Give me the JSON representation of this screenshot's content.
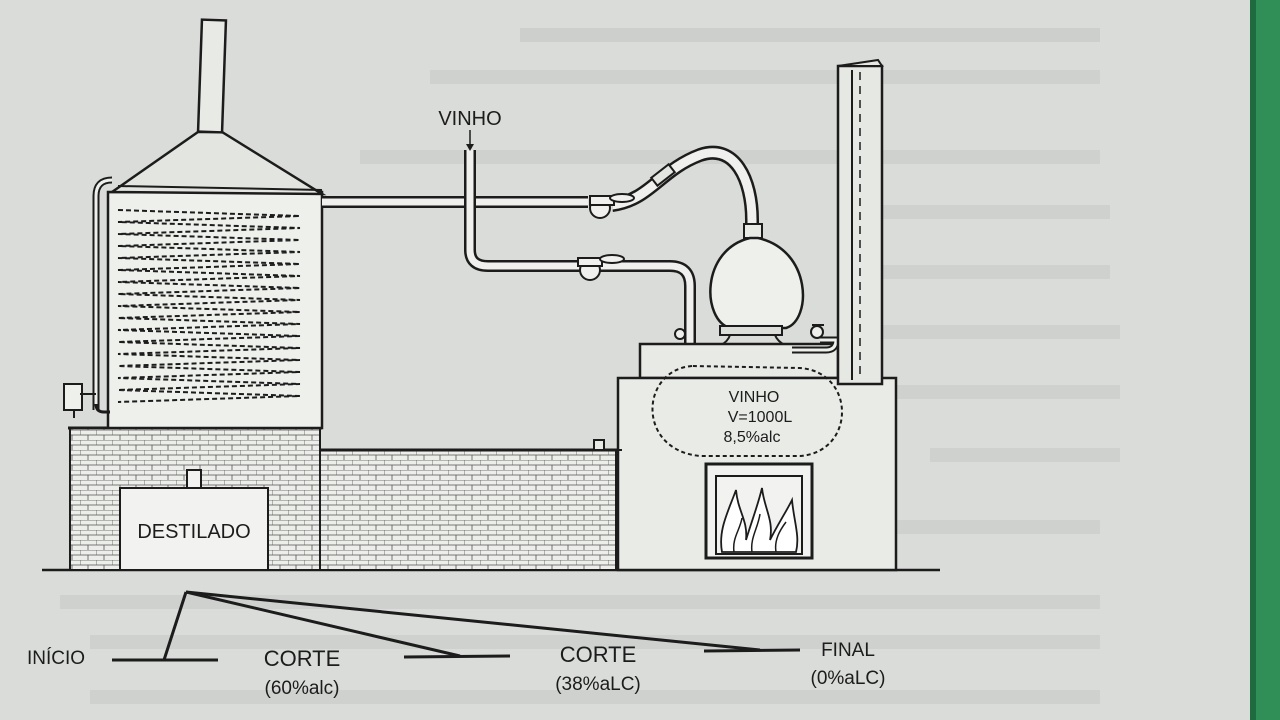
{
  "labels": {
    "wine_inlet": "VINHO",
    "distillate": "DESTILADO",
    "pot_content": "VINHO",
    "volume": "V=1000L",
    "alcohol": "8,5%alc"
  },
  "cuts": [
    {
      "name": "INÍCIO",
      "value": ""
    },
    {
      "name": "CORTE",
      "value": "(60%alc)"
    },
    {
      "name": "CORTE",
      "value": "(38%aLC)"
    },
    {
      "name": "FINAL",
      "value": "(0%aLC)"
    }
  ],
  "colors": {
    "page": "#d9dcd8",
    "ink": "#1c1c1c",
    "edge_strip": "#2f8f57"
  }
}
